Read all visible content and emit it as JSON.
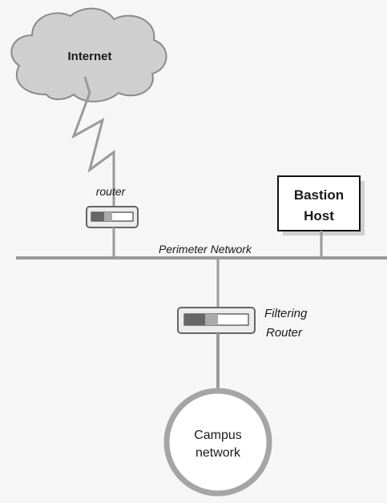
{
  "nodes": {
    "internet": {
      "label": "Internet"
    },
    "router": {
      "label": "router"
    },
    "bastion": {
      "label_line1": "Bastion",
      "label_line2": "Host"
    },
    "perimeter": {
      "label": "Perimeter Network"
    },
    "filtering": {
      "label_line1": "Filtering",
      "label_line2": "Router"
    },
    "campus": {
      "label_line1": "Campus",
      "label_line2": "network"
    }
  },
  "colors": {
    "background": "#f6f6f6",
    "line": "#999999",
    "cloud_fill": "#cfcfcf",
    "cloud_stroke": "#8a8a8a",
    "box_stroke": "#111111"
  }
}
